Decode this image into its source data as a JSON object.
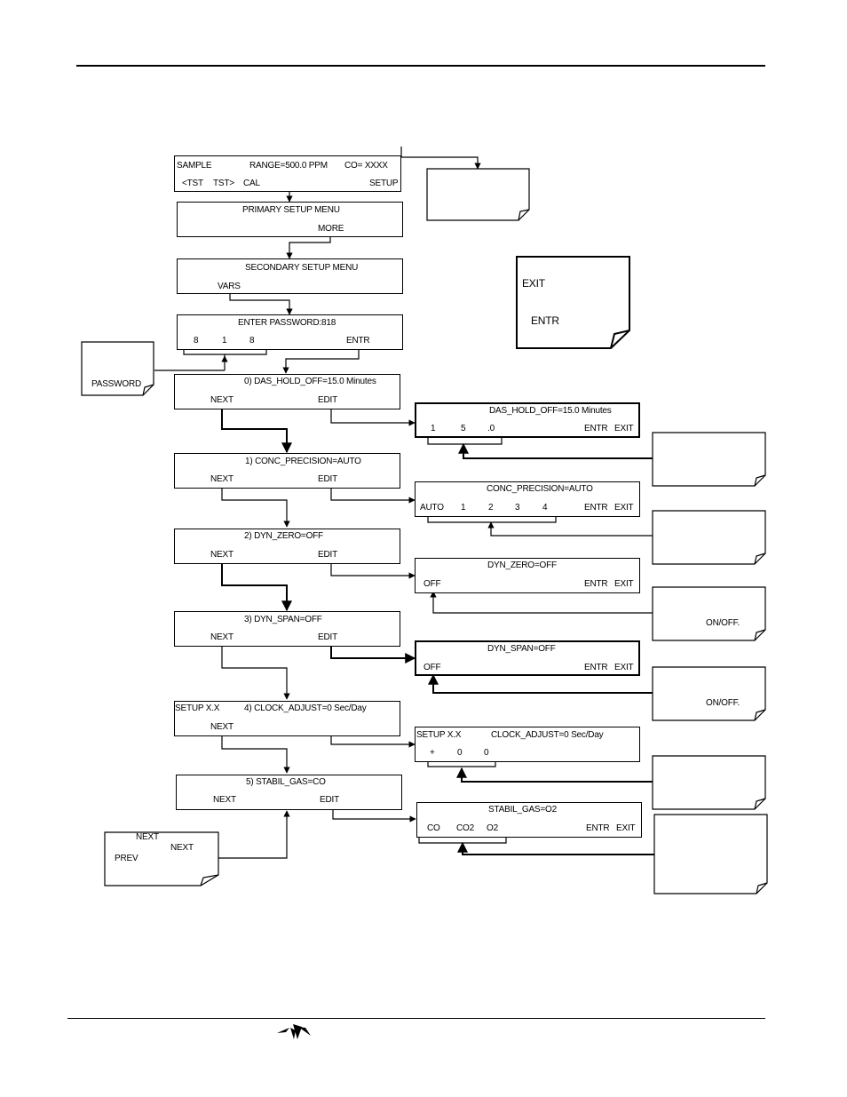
{
  "sample": {
    "mode": "SAMPLE",
    "range": "RANGE=500.0 PPM",
    "co": "CO= XXXX",
    "tst_left": "<TST",
    "tst_right": "TST>",
    "cal": "CAL",
    "setup": "SETUP"
  },
  "primary": {
    "title": "PRIMARY SETUP MENU",
    "more": "MORE"
  },
  "secondary": {
    "title": "SECONDARY SETUP MENU",
    "vars": "VARS"
  },
  "password": {
    "title": "ENTER PASSWORD:818",
    "d1": "8",
    "d2": "1",
    "d3": "8",
    "entr": "ENTR",
    "note": "PASSWORD"
  },
  "exit_note": {
    "exit": "EXIT",
    "entr": "ENTR"
  },
  "vars": [
    {
      "title": "0) DAS_HOLD_OFF=15.0 Minutes",
      "next": "NEXT",
      "edit": "EDIT"
    },
    {
      "title": "1) CONC_PRECISION=AUTO",
      "next": "NEXT",
      "edit": "EDIT"
    },
    {
      "title": "2) DYN_ZERO=OFF",
      "next": "NEXT",
      "edit": "EDIT"
    },
    {
      "title": "3) DYN_SPAN=OFF",
      "next": "NEXT",
      "edit": "EDIT"
    },
    {
      "prefix": "SETUP X.X",
      "title": "4) CLOCK_ADJUST=0 Sec/Day",
      "next": "NEXT"
    },
    {
      "title": "5) STABIL_GAS=CO",
      "next": "NEXT",
      "edit": "EDIT"
    }
  ],
  "edits": [
    {
      "title": "DAS_HOLD_OFF=15.0 Minutes",
      "keys": [
        "1",
        "5",
        ".0"
      ],
      "entr": "ENTR",
      "exit": "EXIT"
    },
    {
      "title": "CONC_PRECISION=AUTO",
      "keys": [
        "AUTO",
        "1",
        "2",
        "3",
        "4"
      ],
      "entr": "ENTR",
      "exit": "EXIT"
    },
    {
      "title": "DYN_ZERO=OFF",
      "keys": [
        "OFF"
      ],
      "entr": "ENTR",
      "exit": "EXIT"
    },
    {
      "title": "DYN_SPAN=OFF",
      "keys": [
        "OFF"
      ],
      "entr": "ENTR",
      "exit": "EXIT"
    },
    {
      "prefix": "SETUP X.X",
      "title": "CLOCK_ADJUST=0 Sec/Day",
      "keys": [
        "+",
        "0",
        "0"
      ]
    },
    {
      "title": "STABIL_GAS=O2",
      "keys": [
        "CO",
        "CO2",
        "O2"
      ],
      "entr": "ENTR",
      "exit": "EXIT"
    }
  ],
  "side_notes": [
    "",
    "",
    "ON/OFF.",
    "ON/OFF.",
    "",
    ""
  ],
  "nav_note": {
    "next1": "NEXT",
    "next2": "NEXT",
    "prev": "PREV"
  }
}
